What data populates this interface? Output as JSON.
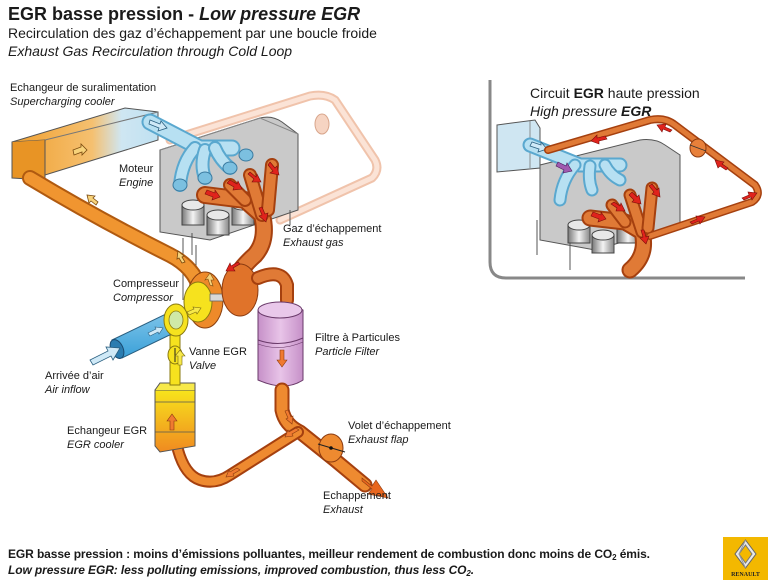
{
  "header": {
    "title_fr": "EGR basse pression - ",
    "title_en": "Low pressure EGR",
    "subtitle_fr": "Recirculation des gaz d’échappement par une boucle froide",
    "subtitle_en": "Exhaust Gas Recirculation through Cold Loop"
  },
  "labels": {
    "supercharging_cooler": {
      "fr": "Echangeur de suralimentation",
      "en": "Supercharging cooler"
    },
    "engine": {
      "fr": "Moteur",
      "en": "Engine"
    },
    "exhaust_gas": {
      "fr": "Gaz d’échappement",
      "en": "Exhaust gas"
    },
    "compressor": {
      "fr": "Compresseur",
      "en": "Compressor"
    },
    "particle_filter": {
      "fr": "Filtre à Particules",
      "en": "Particle Filter"
    },
    "egr_valve": {
      "fr": "Vanne EGR",
      "en": "Valve"
    },
    "air_inflow": {
      "fr": "Arrivée d’air",
      "en": "Air inflow"
    },
    "egr_cooler": {
      "fr": "Echangeur EGR",
      "en": "EGR cooler"
    },
    "exhaust_flap": {
      "fr": "Volet d’échappement",
      "en": "Exhaust flap"
    },
    "exhaust": {
      "fr": "Echappement",
      "en": "Exhaust"
    }
  },
  "high_pressure_panel": {
    "line1_pre": "Circuit ",
    "line1_bold": "EGR",
    "line1_post": " haute pression",
    "line2_pre": "High pressure ",
    "line2_bold": "EGR"
  },
  "footer": {
    "fr_pre": "EGR basse pression : moins d’émissions polluantes, meilleur rendement de combustion donc moins de CO",
    "fr_sub": "2",
    "fr_post": " émis.",
    "en_pre": "Low pressure EGR: less polluting emissions, improved combustion, thus less CO",
    "en_sub": "2",
    "en_post": "."
  },
  "brand": {
    "name": "RENAULT",
    "color": "#f3b800"
  },
  "colors": {
    "exhaust_pipe": "#e0782a",
    "exhaust_pipe_dark": "#b8531a",
    "intake_air": "#a9d8ee",
    "egr_yellow": "#f6e21e",
    "filter_purple": "#d9a8d8",
    "engine_block": "#c9c9c9",
    "flow_arrow_red": "#e0231c",
    "hp_loop_faded": "#f3c9b2"
  }
}
